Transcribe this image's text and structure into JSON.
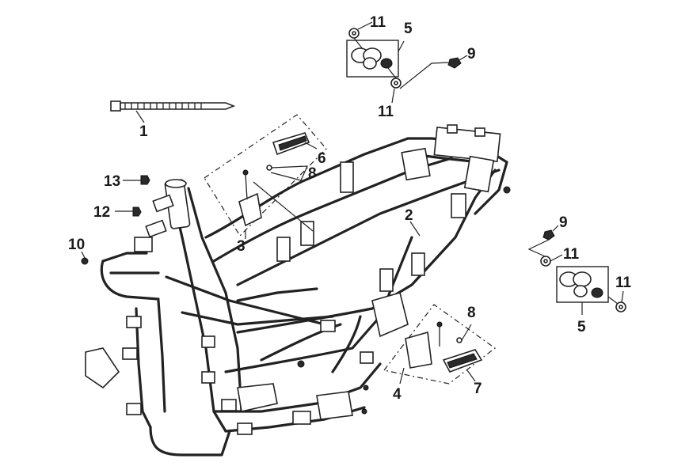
{
  "diagram": {
    "callouts": {
      "c1": "1",
      "c2": "2",
      "c3": "3",
      "c4": "4",
      "c5a": "5",
      "c5b": "5",
      "c6": "6",
      "c7": "7",
      "c8a": "8",
      "c8b": "8",
      "c9a": "9",
      "c9b": "9",
      "c10": "10",
      "c11a": "11",
      "c11b": "11",
      "c11c": "11",
      "c11d": "11",
      "c12": "12",
      "c13": "13"
    }
  }
}
